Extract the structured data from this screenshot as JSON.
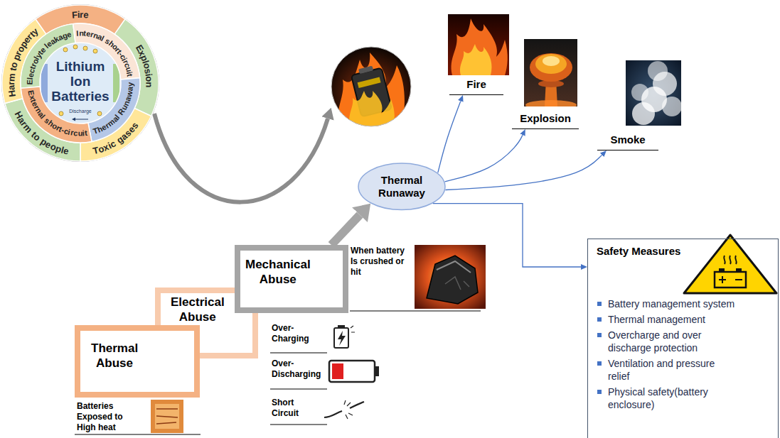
{
  "diagram": {
    "nodes": [
      {
        "text": [
          "Lithium Ion Batteries"
        ]
      },
      {
        "text": [
          "Fire"
        ],
        "in": 0
      },
      {
        "text": [
          "Explosion"
        ],
        "in": 0
      },
      {
        "text": [
          "Toxic gases"
        ],
        "in": 0
      },
      {
        "text": [
          "Harm to people"
        ],
        "in": 0
      },
      {
        "text": [
          "Harm to property"
        ],
        "in": 0
      },
      {
        "text": [
          "Electrolyte leakage"
        ],
        "in": 0
      },
      {
        "text": [
          "Internal short-circuit"
        ],
        "in": 0
      },
      {
        "text": [
          "Thermal Runaway"
        ],
        "in": 0
      },
      {
        "text": [
          "External short-circuit"
        ],
        "in": 0
      },
      {
        "text": [
          "Fire"
        ]
      },
      {
        "text": [
          "Explosion"
        ]
      },
      {
        "text": [
          "Smoke"
        ]
      },
      {
        "text": [
          "Thermal Runaway"
        ]
      },
      {
        "text": [
          "Mechanical Abuse"
        ]
      },
      {
        "text": [
          "Electrical Abuse"
        ]
      },
      {
        "text": [
          "Thermal Abuse"
        ]
      },
      {
        "text": [
          "Safety Measures",
          "Battery management system",
          "Thermal management",
          "Overcharge and over discharge protection",
          "Ventilation and pressure relief",
          "Physical safety(battery enclosure)"
        ]
      }
    ],
    "edges": [
      {
        "from": 14,
        "to": 13,
        "arrow": "to"
      },
      {
        "from": 13,
        "to": 10,
        "arrow": "to"
      },
      {
        "from": 13,
        "to": 11,
        "arrow": "to"
      },
      {
        "from": 13,
        "to": 12,
        "arrow": "to"
      },
      {
        "from": 13,
        "to": 17,
        "arrow": "to"
      }
    ],
    "labels": [
      "Discharge",
      "When battery Is crushed or hit",
      "Over- Charging",
      "Over- Discharging",
      "Short Circuit",
      "Batteries Exposed to High heat"
    ]
  }
}
